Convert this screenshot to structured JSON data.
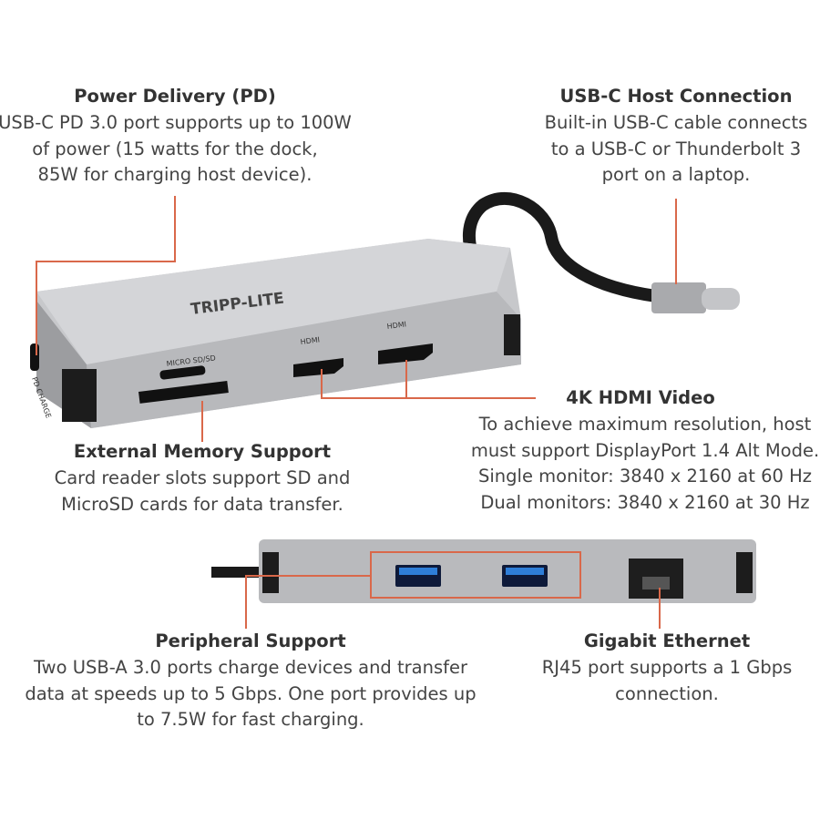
{
  "accent_line_color": "#d9684a",
  "product": {
    "brand_logo": "TRIPP-LITE",
    "port_labels": {
      "card": "MICRO SD/SD",
      "hdmi_1": "HDMI",
      "hdmi_2": "HDMI",
      "pd": "PD CHARGE"
    }
  },
  "callouts": {
    "power_delivery": {
      "title": "Power Delivery (PD)",
      "lines": [
        "USB-C PD 3.0 port supports up to 100W",
        "of power (15 watts for the dock,",
        "85W for charging host device)."
      ]
    },
    "usb_c_host": {
      "title": "USB-C Host Connection",
      "lines": [
        "Built-in USB-C cable connects",
        "to a USB-C or Thunderbolt 3",
        "port on a laptop."
      ]
    },
    "hdmi_video": {
      "title": "4K HDMI Video",
      "lines": [
        "To achieve maximum resolution, host",
        "must support DisplayPort 1.4 Alt Mode.",
        "Single monitor: 3840 x 2160 at 60 Hz",
        "Dual monitors: 3840 x 2160 at 30 Hz"
      ]
    },
    "external_memory": {
      "title": "External Memory Support",
      "lines": [
        "Card reader slots support SD and",
        "MicroSD cards for data transfer."
      ]
    },
    "peripheral": {
      "title": "Peripheral Support",
      "lines": [
        "Two USB-A 3.0 ports charge devices and transfer",
        "data at speeds up to 5 Gbps. One port provides up",
        "to 7.5W for fast charging."
      ]
    },
    "ethernet": {
      "title": "Gigabit Ethernet",
      "lines": [
        "RJ45 port supports a 1 Gbps",
        "connection."
      ]
    }
  }
}
